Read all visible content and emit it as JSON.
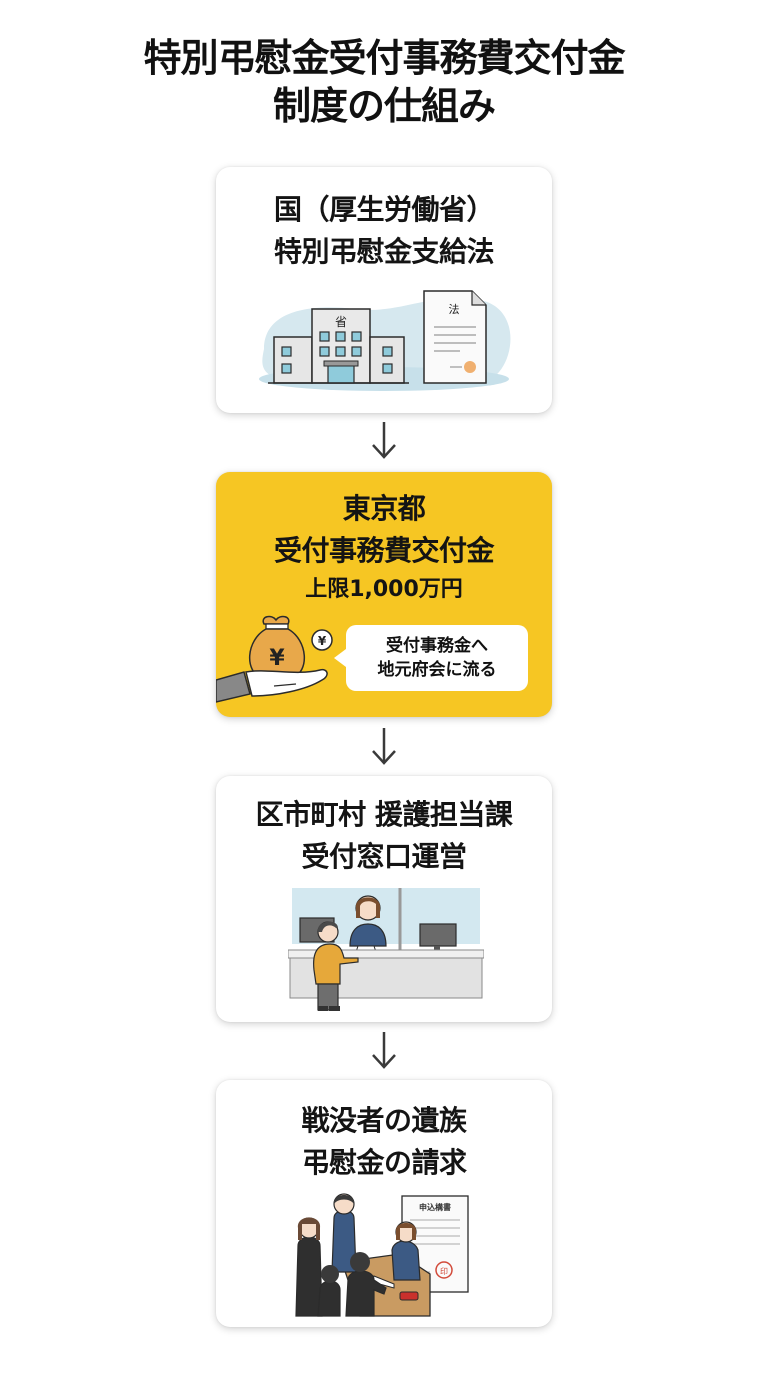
{
  "title": {
    "line1": "特別弔慰金受付事務費交付金",
    "line2": "制度の仕組み"
  },
  "steps": [
    {
      "line1": "国（厚生労働省）",
      "line2": "特別弔慰金支給法",
      "illustration": "ministry-building-and-law-document",
      "building_sign": "省",
      "document_label": "法"
    },
    {
      "line1": "東京都",
      "line2": "受付事務費交付金",
      "line3": "上限1,000万円",
      "illustration": "hand-holding-yen-money-bag",
      "bag_symbol": "¥",
      "coin_symbol": "¥",
      "bubble": {
        "line1": "受付事務金へ",
        "line2": "地元府会に流る"
      },
      "highlight_color": "#f6c623"
    },
    {
      "line1": "区市町村 援護担当課",
      "line2": "受付窓口運営",
      "illustration": "reception-counter-staff-and-visitor"
    },
    {
      "line1": "戦没者の遺族",
      "line2": "弔慰金の請求",
      "illustration": "family-submitting-application",
      "document_label": "申込構書",
      "stamp_label": "印"
    }
  ],
  "arrows": [
    "arrow-down-icon",
    "arrow-down-icon",
    "arrow-down-icon"
  ],
  "colors": {
    "background": "#ffffff",
    "card": "#ffffff",
    "highlight": "#f6c623",
    "text": "#141414",
    "arrow": "#3a3a3a"
  }
}
